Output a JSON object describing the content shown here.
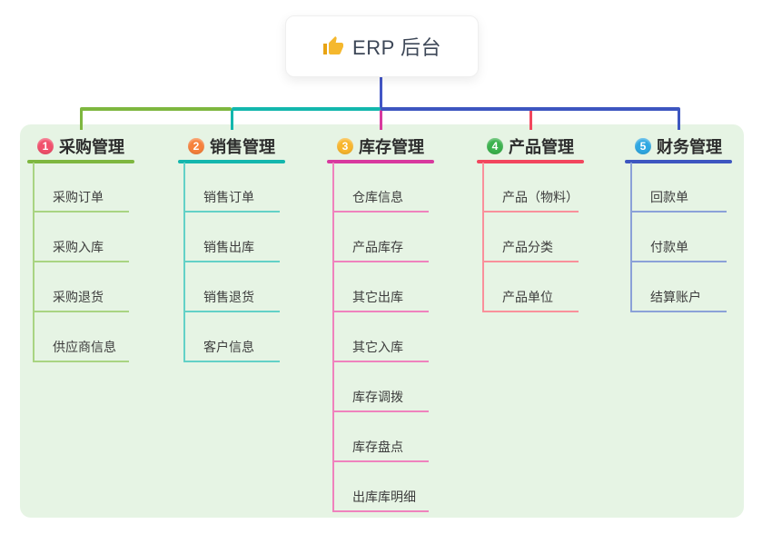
{
  "root": {
    "label": "ERP 后台",
    "icon": "thumbs-up",
    "icon_color": "#f5b82e",
    "connector_color": "#4356c6"
  },
  "canvas": {
    "page_bg": "#ffffff",
    "panel_bg": "#e6f4e4"
  },
  "branches": [
    {
      "badge": "1",
      "title": "采购管理",
      "badge_color": "#f1506c",
      "line_color": "#7eb73f",
      "child_line_color": "#a9d482",
      "children": [
        "采购订单",
        "采购入库",
        "采购退货",
        "供应商信息"
      ]
    },
    {
      "badge": "2",
      "title": "销售管理",
      "badge_color": "#f6813b",
      "line_color": "#13b7ad",
      "child_line_color": "#63d1c7",
      "children": [
        "销售订单",
        "销售出库",
        "销售退货",
        "客户信息"
      ]
    },
    {
      "badge": "3",
      "title": "库存管理",
      "badge_color": "#f8b62d",
      "line_color": "#d8399e",
      "child_line_color": "#ef82bd",
      "children": [
        "仓库信息",
        "产品库存",
        "其它出库",
        "其它入库",
        "库存调拨",
        "库存盘点",
        "出库库明细"
      ]
    },
    {
      "badge": "4",
      "title": "产品管理",
      "badge_color": "#3bb24d",
      "line_color": "#f2465e",
      "child_line_color": "#f9909b",
      "children": [
        "产品（物料）",
        "产品分类",
        "产品单位"
      ]
    },
    {
      "badge": "5",
      "title": "财务管理",
      "badge_color": "#2fa8e2",
      "line_color": "#3d56c0",
      "child_line_color": "#8ba1d8",
      "children": [
        "回款单",
        "付款单",
        "结算账户"
      ]
    }
  ]
}
